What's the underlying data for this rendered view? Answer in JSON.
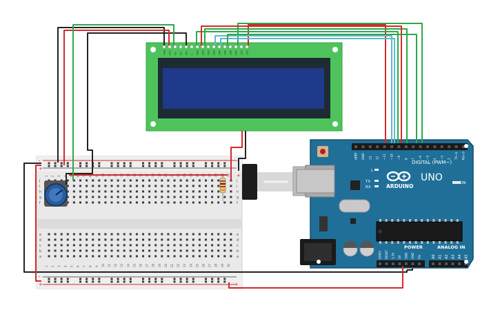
{
  "lcd": {
    "pins": [
      "GND",
      "VCC",
      "V0",
      "RS",
      "RW",
      "E",
      "DB0",
      "DB1",
      "DB2",
      "DB3",
      "DB4",
      "DB5",
      "DB6",
      "DB7",
      "LED",
      "LED"
    ]
  },
  "arduino": {
    "brand": "ARDUINO",
    "model": "UNO",
    "digital_label": "DIGITAL (PWM~)",
    "power_label": "POWER",
    "analog_label": "ANALOG IN",
    "top_pins": [
      "AREF",
      "GND",
      "13",
      "12",
      "~11",
      "~10",
      "~9",
      "8",
      "7",
      "~6",
      "~5",
      "4",
      "~3",
      "2",
      "TX→1",
      "RX←0"
    ],
    "power_pins": [
      "IOREF",
      "RESET",
      "3.3V",
      "5V",
      "GND",
      "GND",
      "Vin"
    ],
    "analog_pins": [
      "A0",
      "A1",
      "A2",
      "A3",
      "A4",
      "A5"
    ],
    "led_labels": [
      "L",
      "TX",
      "RX"
    ],
    "on_label": "ON"
  },
  "breadboard": {
    "rows_top": [
      "j",
      "i",
      "h",
      "g",
      "f"
    ],
    "rows_bottom": [
      "e",
      "d",
      "c",
      "b",
      "a"
    ],
    "columns": [
      "1",
      "2",
      "3",
      "4",
      "5",
      "6",
      "7",
      "8",
      "9",
      "10",
      "11",
      "12",
      "13",
      "14",
      "15",
      "16",
      "17",
      "18",
      "19",
      "20",
      "21",
      "22",
      "23",
      "24",
      "25",
      "26",
      "27",
      "28",
      "29",
      "30"
    ],
    "rail_plus": "+",
    "rail_minus": "-"
  },
  "wire_colors": {
    "red": "#d62828",
    "black": "#222222",
    "green": "#2aa84a",
    "teal": "#5fb8c9"
  }
}
